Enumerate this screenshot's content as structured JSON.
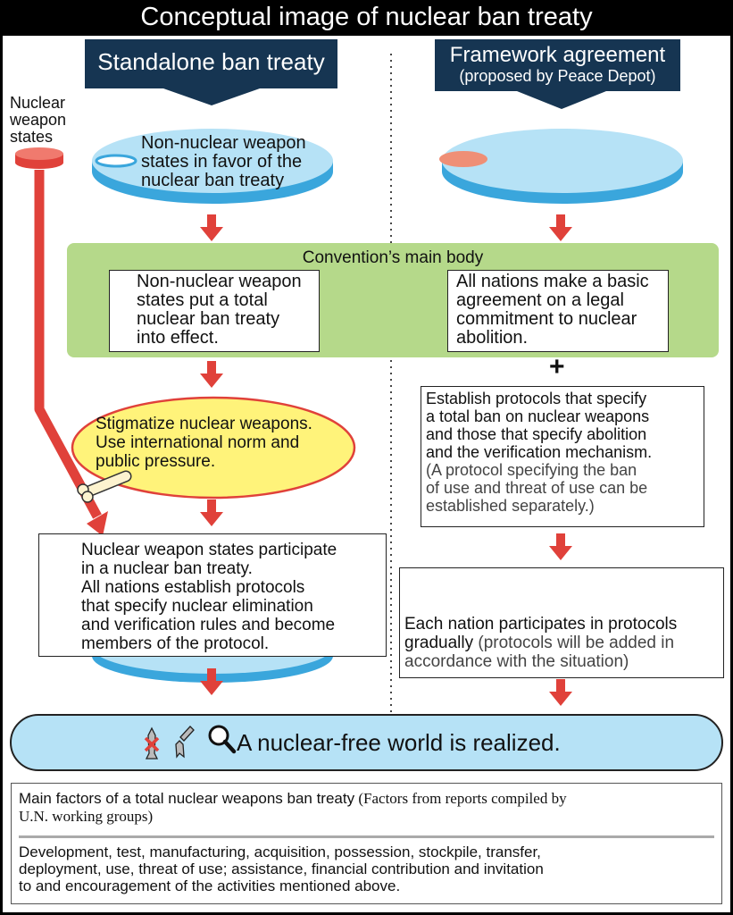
{
  "title": "Conceptual image of nuclear ban treaty",
  "colors": {
    "navy": "#163552",
    "arrow_red": "#e0413a",
    "disk_blue": "#b6e2f6",
    "disk_edge": "#3aa6dc",
    "green_band": "#b5d98a",
    "yellow_ellipse": "#fff37a",
    "salmon": "#ef8f76"
  },
  "left": {
    "banner": "Standalone ban treaty",
    "nws_label": [
      "Nuclear",
      "weapon",
      "states"
    ],
    "disk_label": [
      "Non-nuclear weapon",
      "states in favor of the",
      "nuclear ban treaty"
    ],
    "main_box": [
      "Non-nuclear weapon",
      "states put a total",
      "nuclear ban treaty",
      "into effect."
    ],
    "ellipse": [
      "Stigmatize nuclear weapons.",
      "Use international norm and",
      "public pressure."
    ],
    "bottom_box": [
      "Nuclear weapon states participate",
      "in a nuclear ban treaty.",
      "All nations establish protocols",
      "that specify nuclear elimination",
      "and verification rules and become",
      "members of the protocol."
    ]
  },
  "right": {
    "banner_line1": "Framework agreement",
    "banner_line2": "(proposed by Peace Depot)",
    "main_box": [
      "All nations make a basic",
      "agreement on a legal",
      "commitment to nuclear",
      "abolition."
    ],
    "plus": "+",
    "protocols_main": [
      "Establish protocols that specify",
      "a total ban on nuclear weapons",
      "and those that specify abolition",
      "and the verification mechanism."
    ],
    "protocols_note": [
      "(A protocol specifying the ban",
      "of use and threat of use can be",
      "established separately.)"
    ],
    "participates_main": [
      "Each nation participates in protocols"
    ],
    "participates_lead": "gradually",
    "participates_note1": " (protocols will be added in",
    "participates_note2": "accordance with the situation)"
  },
  "band_label": "Convention’s main body",
  "result": "A nuclear-free world is realized.",
  "factors": {
    "heading": "Main factors of a total nuclear weapons ban treaty",
    "source1": " (Factors from reports compiled by",
    "source2": "U.N. working groups)",
    "body": [
      "Development, test, manufacturing, acquisition, possession, stockpile, transfer,",
      "deployment, use, threat of use; assistance, financial contribution and invitation",
      "to and encouragement of the activities mentioned above."
    ]
  },
  "icons": [
    "missile-crossed-icon",
    "broken-missile-icon",
    "magnifier-icon"
  ]
}
